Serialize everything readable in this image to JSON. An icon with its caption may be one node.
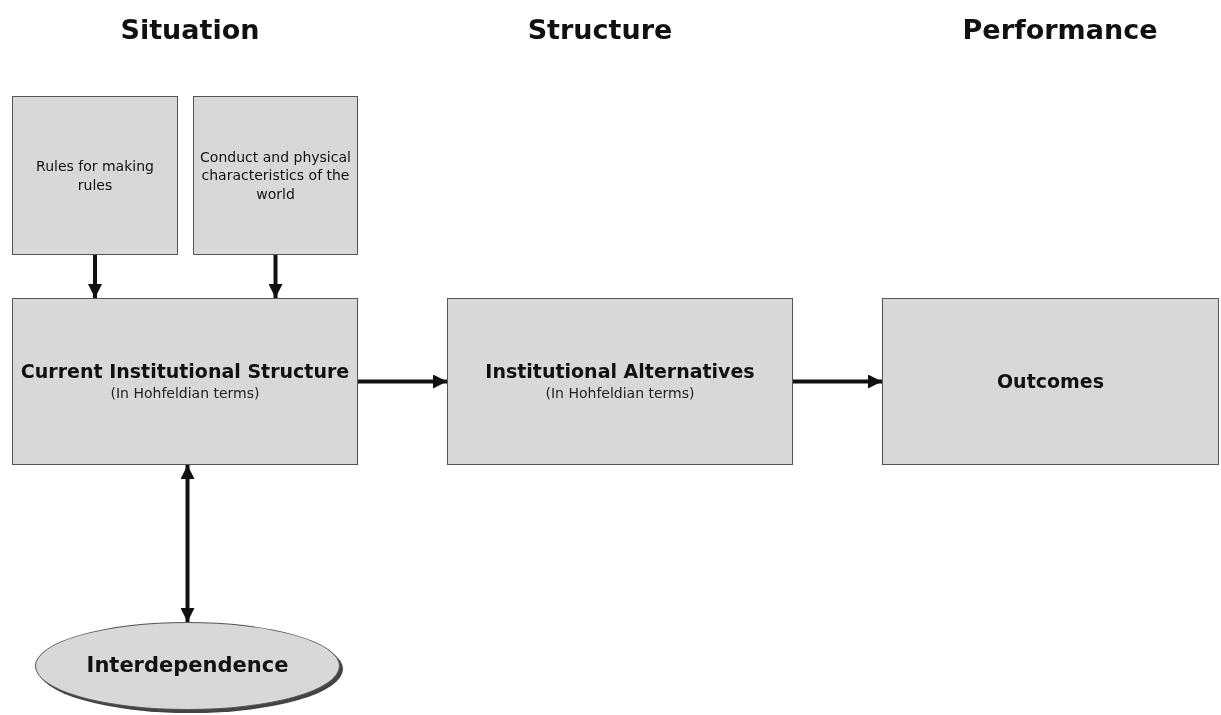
{
  "diagram": {
    "nodes": [
      {
        "text": [
          "Rules for making rules"
        ]
      },
      {
        "text": [
          "Conduct and physical characteristics of the world"
        ]
      },
      {
        "text": [
          "Current Institutional Structure",
          "(In Hohfeldian terms)"
        ]
      },
      {
        "text": [
          "Institutional Alternatives",
          "(In Hohfeldian terms)"
        ]
      },
      {
        "text": [
          "Outcomes"
        ]
      },
      {
        "text": [
          "Interdependence"
        ]
      }
    ],
    "edges": [
      {
        "from": 0,
        "to": 2,
        "arrow": "to"
      },
      {
        "from": 1,
        "to": 2,
        "arrow": "to"
      },
      {
        "from": 2,
        "to": 3,
        "arrow": "to"
      },
      {
        "from": 3,
        "to": 4,
        "arrow": "to"
      },
      {
        "from": 2,
        "to": 5,
        "arrow": "both"
      }
    ],
    "labels": [
      "Situation",
      "Structure",
      "Performance"
    ]
  }
}
